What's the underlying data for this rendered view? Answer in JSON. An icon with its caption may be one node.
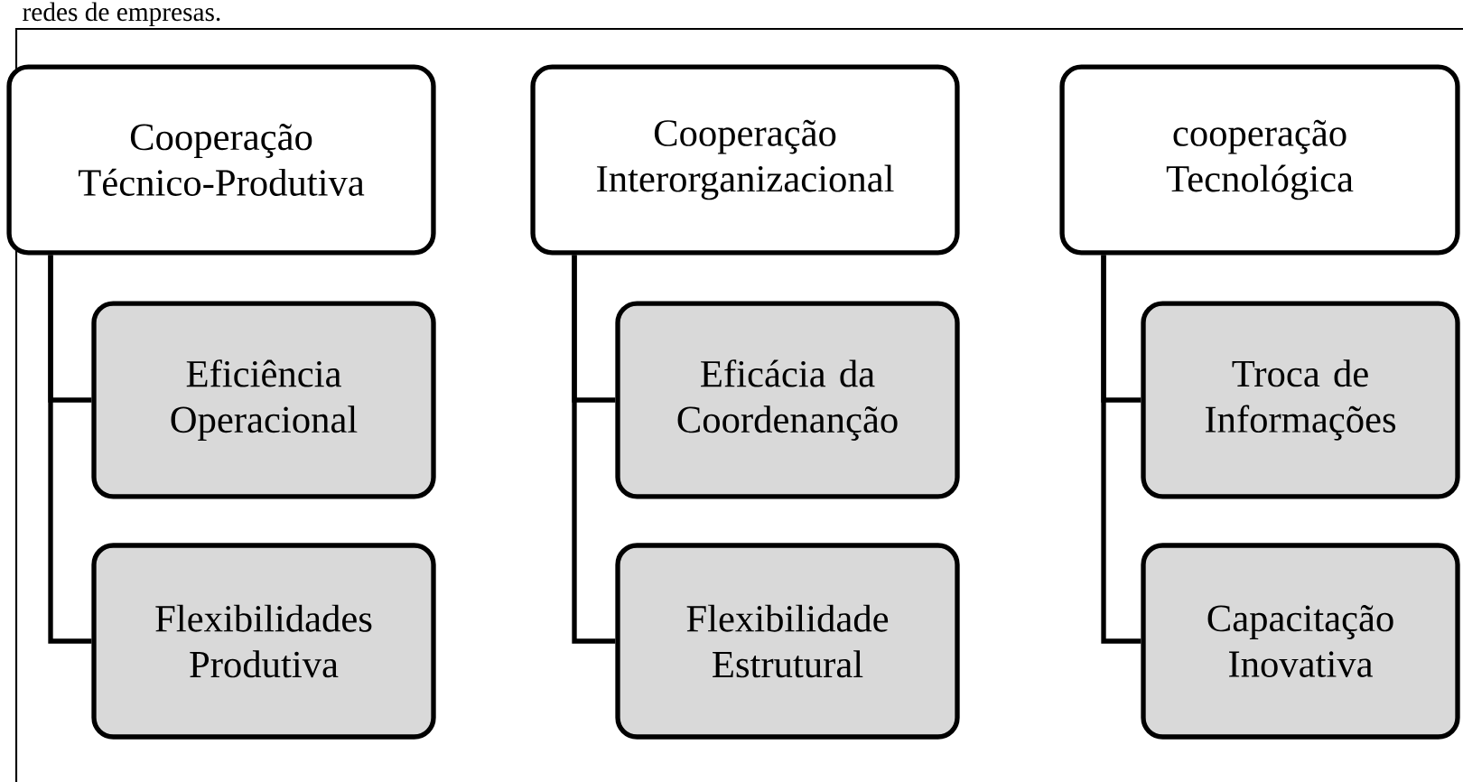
{
  "diagram": {
    "nodes": [
      {
        "text": [
          "Cooperação Técnico-Produtiva"
        ]
      },
      {
        "text": [
          "Eficiência Operacional"
        ]
      },
      {
        "text": [
          "Flexibilidades Produtiva"
        ]
      },
      {
        "text": [
          "Cooperação Interorganizacional"
        ]
      },
      {
        "text": [
          "Eficácia da Coordenanção"
        ]
      },
      {
        "text": [
          "Flexibilidade Estrutural"
        ]
      },
      {
        "text": [
          "cooperação Tecnológica"
        ]
      },
      {
        "text": [
          "Troca de Informações"
        ]
      },
      {
        "text": [
          "Capacitação Inovativa"
        ]
      }
    ],
    "edges": [
      {
        "from": 0,
        "to": 1,
        "arrow": "none"
      },
      {
        "from": 0,
        "to": 2,
        "arrow": "none"
      },
      {
        "from": 3,
        "to": 4,
        "arrow": "none"
      },
      {
        "from": 3,
        "to": 5,
        "arrow": "none"
      },
      {
        "from": 6,
        "to": 7,
        "arrow": "none"
      },
      {
        "from": 6,
        "to": 8,
        "arrow": "none"
      }
    ],
    "labels": [
      "redes de empresas."
    ]
  }
}
